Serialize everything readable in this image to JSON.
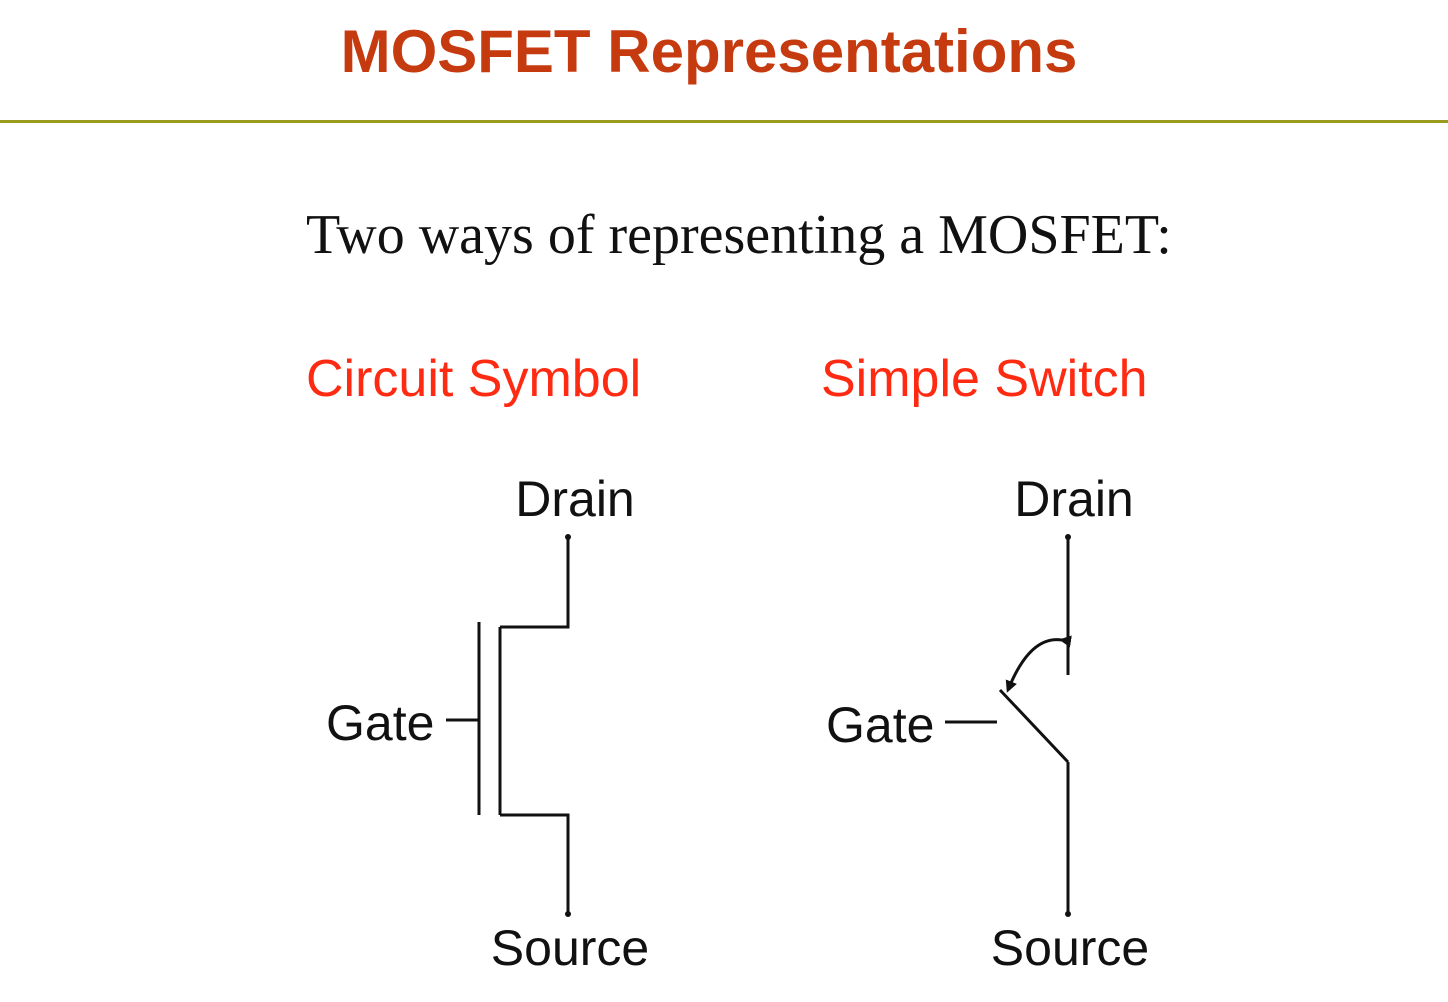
{
  "title": "MOSFET Representations",
  "subtitle": "Two ways of representing a MOSFET:",
  "circuit_symbol": {
    "heading": "Circuit Symbol",
    "drain_label": "Drain",
    "gate_label": "Gate",
    "source_label": "Source"
  },
  "simple_switch": {
    "heading": "Simple Switch",
    "drain_label": "Drain",
    "gate_label": "Gate",
    "source_label": "Source"
  },
  "colors": {
    "title": "#c63a10",
    "heading": "#ff2a12",
    "rule": "#9a9a1f",
    "line": "#111111"
  }
}
